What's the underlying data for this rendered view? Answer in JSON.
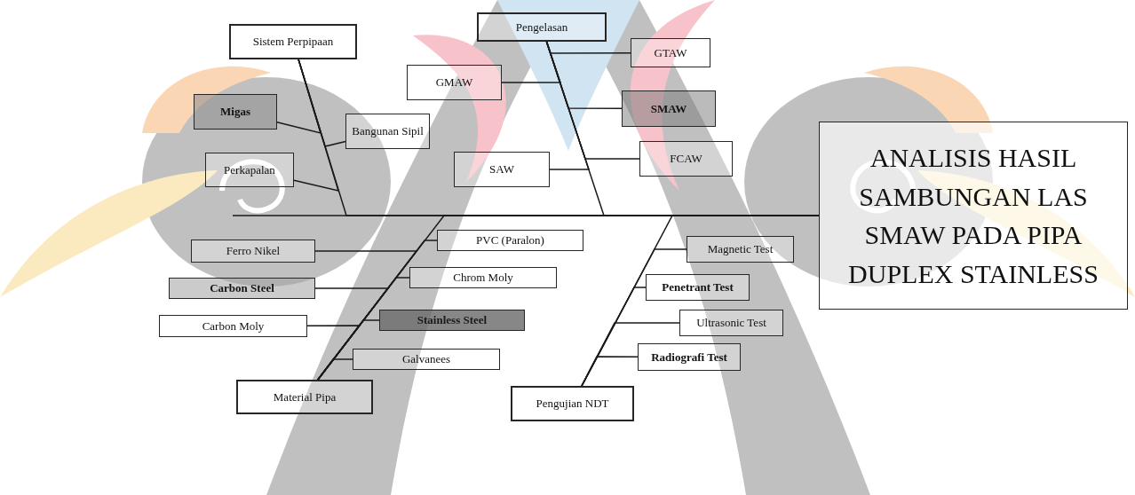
{
  "diagram": {
    "nodes": [
      {
        "text": [
          "Sistem Perpipaan"
        ]
      },
      {
        "text": [
          "Migas"
        ]
      },
      {
        "text": [
          "Bangunan Sipil"
        ]
      },
      {
        "text": [
          "Perkapalan"
        ]
      },
      {
        "text": [
          "Pengelasan"
        ]
      },
      {
        "text": [
          "GTAW"
        ]
      },
      {
        "text": [
          "GMAW"
        ]
      },
      {
        "text": [
          "SMAW"
        ]
      },
      {
        "text": [
          "SAW"
        ]
      },
      {
        "text": [
          "FCAW"
        ]
      },
      {
        "text": [
          "ANALISIS HASIL SAMBUNGAN LAS SMAW PADA PIPA DUPLEX STAINLESS"
        ]
      },
      {
        "text": [
          "PVC (Paralon)"
        ]
      },
      {
        "text": [
          "Ferro Nikel"
        ]
      },
      {
        "text": [
          "Chrom Moly"
        ]
      },
      {
        "text": [
          "Carbon Steel"
        ]
      },
      {
        "text": [
          "Carbon Moly"
        ]
      },
      {
        "text": [
          "Stainless Steel"
        ]
      },
      {
        "text": [
          "Galvanees"
        ]
      },
      {
        "text": [
          "Material Pipa"
        ]
      },
      {
        "text": [
          "Magnetic Test"
        ]
      },
      {
        "text": [
          "Penetrant Test"
        ]
      },
      {
        "text": [
          "Ultrasonic Test"
        ]
      },
      {
        "text": [
          "Radiografi Test"
        ]
      },
      {
        "text": [
          "Pengujian NDT"
        ]
      }
    ],
    "edges": [
      {
        "from": 1,
        "to": 0,
        "arrow": "none"
      },
      {
        "from": 2,
        "to": 0,
        "arrow": "none"
      },
      {
        "from": 3,
        "to": 0,
        "arrow": "none"
      },
      {
        "from": 0,
        "to": 10,
        "arrow": "none"
      },
      {
        "from": 5,
        "to": 4,
        "arrow": "none"
      },
      {
        "from": 6,
        "to": 4,
        "arrow": "none"
      },
      {
        "from": 7,
        "to": 4,
        "arrow": "none"
      },
      {
        "from": 8,
        "to": 4,
        "arrow": "none"
      },
      {
        "from": 9,
        "to": 4,
        "arrow": "none"
      },
      {
        "from": 4,
        "to": 10,
        "arrow": "none"
      },
      {
        "from": 11,
        "to": 18,
        "arrow": "none"
      },
      {
        "from": 12,
        "to": 18,
        "arrow": "none"
      },
      {
        "from": 13,
        "to": 18,
        "arrow": "none"
      },
      {
        "from": 14,
        "to": 18,
        "arrow": "none"
      },
      {
        "from": 15,
        "to": 18,
        "arrow": "none"
      },
      {
        "from": 16,
        "to": 18,
        "arrow": "none"
      },
      {
        "from": 17,
        "to": 18,
        "arrow": "none"
      },
      {
        "from": 18,
        "to": 10,
        "arrow": "none"
      },
      {
        "from": 19,
        "to": 23,
        "arrow": "none"
      },
      {
        "from": 20,
        "to": 23,
        "arrow": "none"
      },
      {
        "from": 21,
        "to": 23,
        "arrow": "none"
      },
      {
        "from": 22,
        "to": 23,
        "arrow": "none"
      },
      {
        "from": 23,
        "to": 10,
        "arrow": "none"
      }
    ]
  }
}
